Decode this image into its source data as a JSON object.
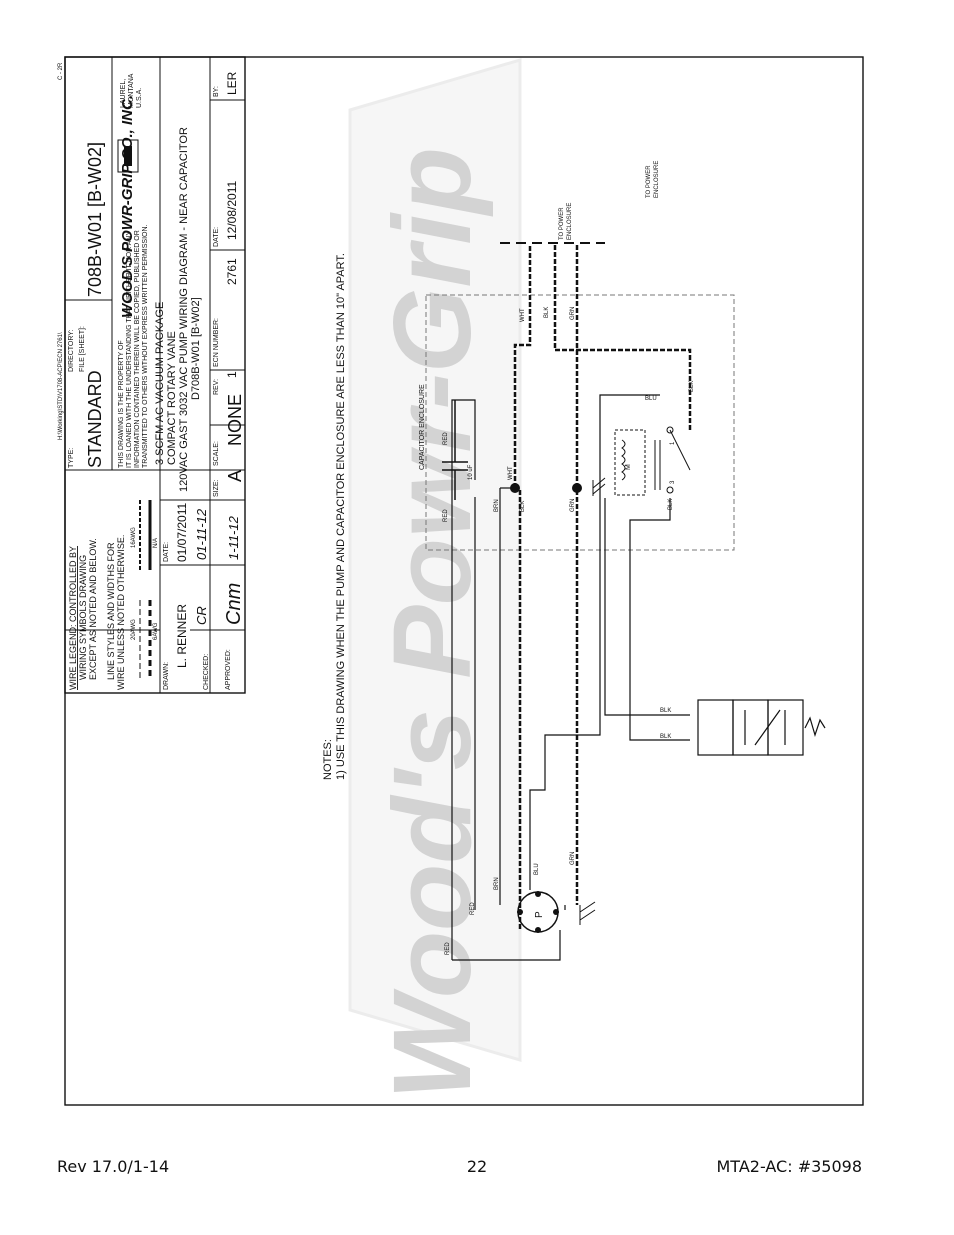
{
  "title_block": {
    "path": "H:\\Working\\STD\\V1708-ACP\\ECN 2761\\",
    "rev_mark": "C - 2R",
    "drawing_number": "708B-W01 [B-W02]",
    "company": "WOOD'S POWR-GRIP CO., INC.",
    "company_location": [
      "LAUREL,",
      "MONTANA",
      "U.S.A."
    ],
    "type_label": "TYPE:",
    "type_value": "STANDARD",
    "directory_label": "DIRECTORY:",
    "file_label": "FILE [SHEET]:",
    "property_notice": [
      "THIS DRAWING IS THE PROPERTY OF",
      "IT IS LOANED WITH THE UNDERSTANDING THAT NEITHER IT NOR ANY",
      "INFORMATION CONTAINED THEREIN WILL BE COPIED, PUBLISHED OR",
      "TRANSMITTED TO OTHERS WITHOUT EXPRESS WRITTEN PERMISSION."
    ],
    "description": [
      "3 SCFM AC VACUUM PACKAGE",
      "COMPACT ROTARY VANE",
      "120VAC GAST 3032 VAC PUMP WIRING DIAGRAM - NEAR CAPACITOR",
      "D708B-W01 [B-W02]"
    ],
    "wire_legend": [
      "WIRE LEGEND: CONTROLLED BY",
      "WIRING SYMBOLS DRAWING",
      "EXCEPT AS NOTED AND BELOW.",
      "LINE STYLES AND WIDTHS FOR",
      "WIRE UNLESS NOTED OTHERWISE."
    ],
    "legend_wires": [
      "20AWG",
      "16AWG",
      "6AWG",
      "N/A"
    ],
    "drawn_label": "DRAWN:",
    "drawn_value": "L. RENNER",
    "date_label": "DATE:",
    "date_value": "01/07/2011",
    "checked_label": "CHECKED:",
    "checked_value": "CR",
    "checked_date": "01-11-12",
    "approved_label": "APPROVED:",
    "approved_value": "Cnm",
    "approved_date": "1-11-12",
    "size_label": "SIZE:",
    "size_value": "A",
    "scale_label": "SCALE:",
    "scale_value": "NONE",
    "rev_label": "REV:",
    "rev_value": "1",
    "ecn_label": "ECN NUMBER:",
    "ecn_value": "2761",
    "date2_label": "DATE:",
    "date2_value": "12/08/2011",
    "by_label": "BY:",
    "by_value": "LER"
  },
  "notes": {
    "heading": "NOTES:",
    "items": [
      "1) USE THIS DRAWING WHEN THE PUMP AND CAPACITOR ENCLOSURE ARE LESS THAN 10\" APART."
    ]
  },
  "diagram": {
    "capacitor_enclosure": "CAPACITOR ENCLOSURE",
    "capacitor_value": "10 uF",
    "to_power": [
      "TO POWER",
      "ENCLOSURE"
    ],
    "pump_symbol": "P",
    "motor_symbol": "M",
    "terminal_1": "1",
    "terminal_3": "3",
    "wire_labels": {
      "red": "RED",
      "brn": "BRN",
      "blu": "BLU",
      "grn": "GRN",
      "wht": "WHT",
      "blk": "BLK"
    },
    "watermark": "Wood's Powr-Grip"
  },
  "footer": {
    "left": "Rev 17.0/1-14",
    "center": "22",
    "right": "MTA2-AC: #35098"
  }
}
